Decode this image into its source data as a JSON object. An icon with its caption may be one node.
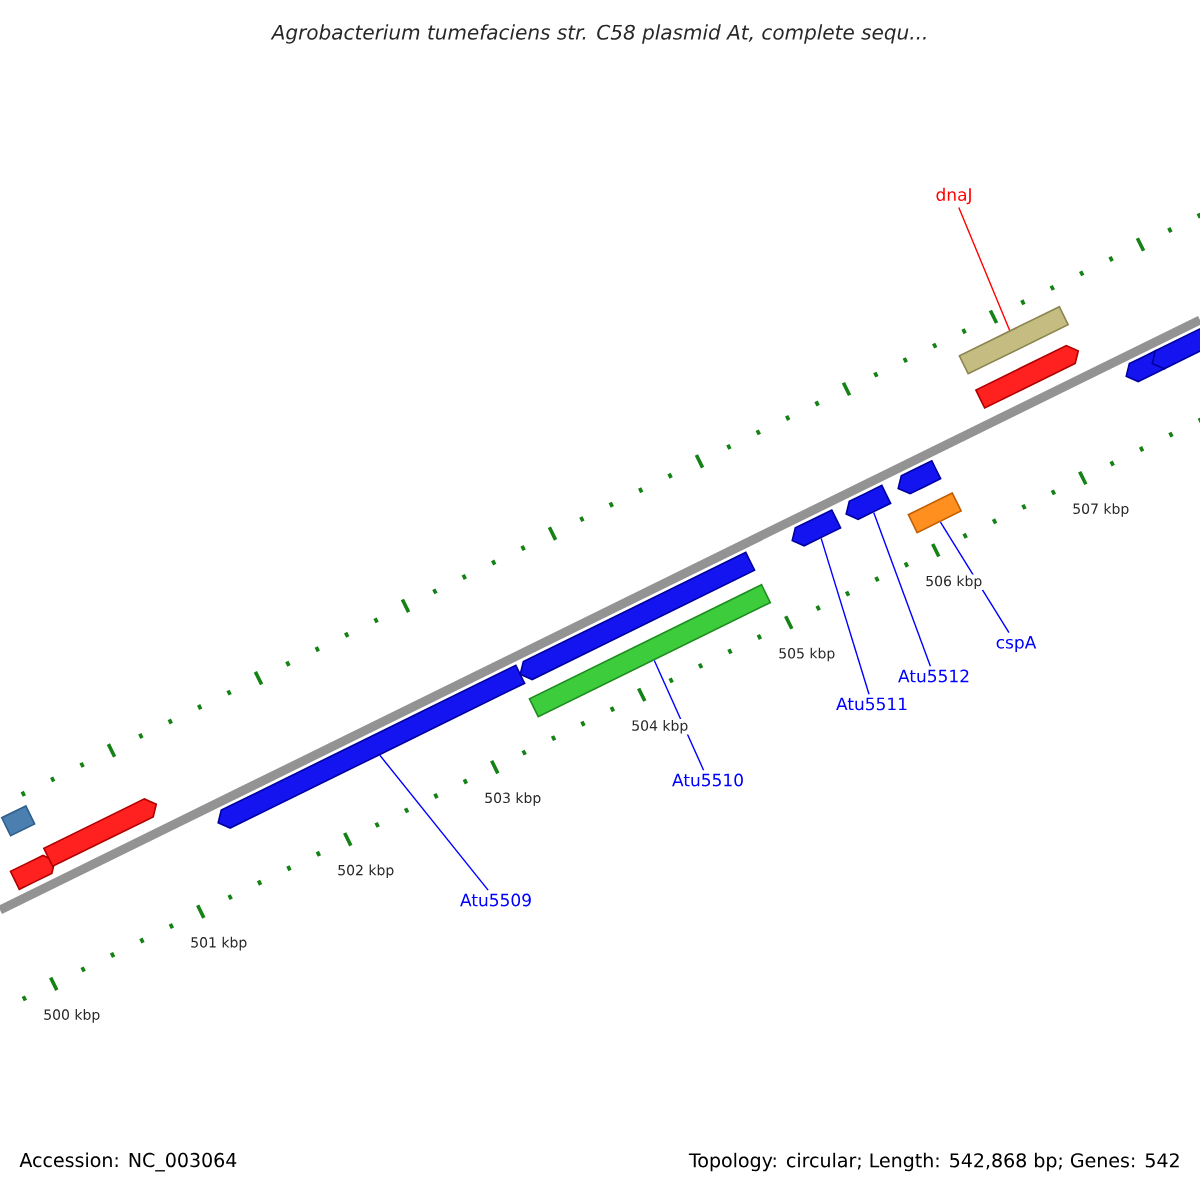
{
  "diagram": {
    "title": "Agrobacterium tumefaciens str. C58 plasmid At, complete sequ...",
    "nodes": [
      {
        "text": [],
        "shape": "bar"
      },
      {
        "text": [],
        "shape": "pentagon"
      },
      {
        "text": [],
        "shape": "pentagon"
      },
      {
        "text": [],
        "shape": "pentagon"
      },
      {
        "text": [],
        "shape": "pentagon"
      },
      {
        "text": [],
        "shape": "bar"
      },
      {
        "text": [],
        "shape": "pentagon"
      },
      {
        "text": [],
        "shape": "pentagon"
      },
      {
        "text": [],
        "shape": "pentagon"
      },
      {
        "text": [],
        "shape": "bar"
      },
      {
        "text": [],
        "shape": "bar"
      },
      {
        "text": [],
        "shape": "pentagon"
      },
      {
        "text": [],
        "shape": "pentagon"
      },
      {
        "text": [],
        "shape": "pentagon"
      },
      {
        "text": [
          "dnaJ"
        ]
      },
      {
        "text": [
          "Atu5509"
        ]
      },
      {
        "text": [
          "Atu5510"
        ]
      },
      {
        "text": [
          "Atu5511"
        ]
      },
      {
        "text": [
          "Atu5512"
        ]
      },
      {
        "text": [
          "cspA"
        ]
      }
    ],
    "edges": [
      {
        "from": 14,
        "to": 10,
        "arrow": "none",
        "color": "#ff0000"
      },
      {
        "from": 15,
        "to": 3,
        "arrow": "none"
      },
      {
        "from": 16,
        "to": 5,
        "arrow": "none"
      },
      {
        "from": 17,
        "to": 6,
        "arrow": "none"
      },
      {
        "from": 18,
        "to": 7,
        "arrow": "none"
      },
      {
        "from": 19,
        "to": 9,
        "arrow": "none"
      }
    ],
    "labels": [
      "507 kbp",
      "506 kbp",
      "505 kbp",
      "504 kbp",
      "503 kbp",
      "502 kbp",
      "501 kbp",
      "500 kbp",
      "Accession: NC_003064",
      "Topology: circular; Length: 542,868 bp; Genes: 542"
    ]
  }
}
